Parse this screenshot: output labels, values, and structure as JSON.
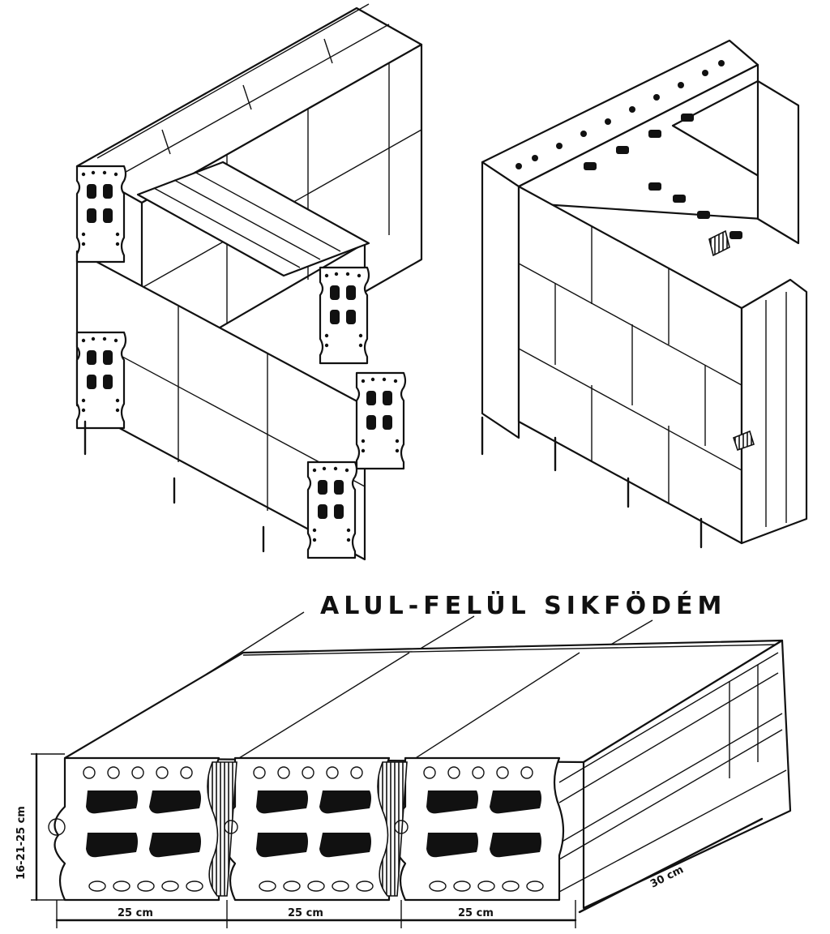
{
  "drawing": {
    "title": "ALUL-FELÜL SIKFÖDÉM",
    "dimensions": {
      "height": "16-21-25 cm",
      "width_1": "25 cm",
      "width_2": "25 cm",
      "width_3": "25 cm",
      "length": "30 cm"
    }
  }
}
